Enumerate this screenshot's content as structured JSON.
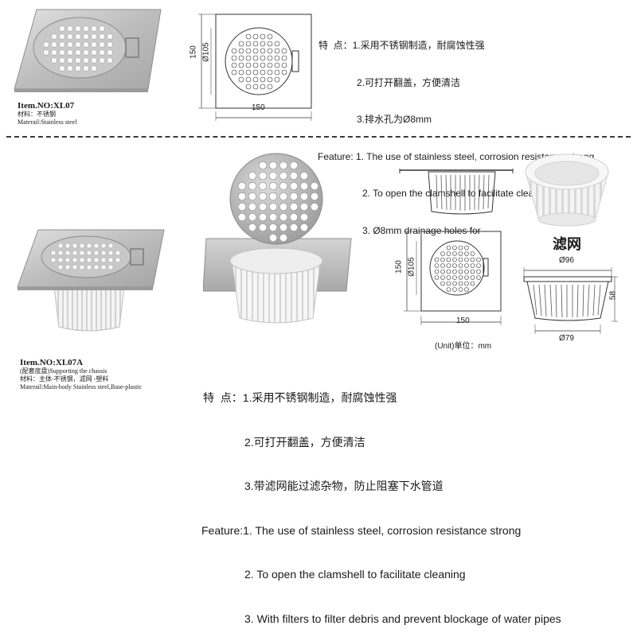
{
  "top": {
    "item_no": "Item.NO:XL07",
    "material_cn": "材料：不锈钢",
    "material_en": "Materail:Stainless steel",
    "drawing": {
      "width": "150",
      "height": "150",
      "diameter": "Ø105"
    },
    "features_cn": [
      "特  点：1.采用不锈钢制造，耐腐蚀性强",
      "2.可打开翻盖，方便清洁",
      "3.排水孔为Ø8mm"
    ],
    "features_en": [
      "Feature: 1. The use of stainless steel, corrosion resistance strong",
      "2. To open the clamshell to facilitate cleaning",
      "3. Ø8mm drainage holes for"
    ]
  },
  "bottom": {
    "item_no": "Item.NO:XL07A",
    "chassis": "(配套底盘)Supporting the chassis",
    "material_cn": "材料：主体-不锈钢，滤网 -塑料",
    "material_en": "Materail:Main-body Stainless steel,Base-plastic",
    "drawing": {
      "width": "150",
      "height": "150",
      "diameter": "Ø105",
      "unit": "(Unit)单位：mm"
    },
    "filter": {
      "title": "滤网",
      "top_diameter": "Ø96",
      "bottom_diameter": "Ø79",
      "height": "58"
    },
    "features_cn": [
      "特  点：1.采用不锈钢制造，耐腐蚀性强",
      "2.可打开翻盖，方便清洁",
      "3.带滤网能过滤杂物，防止阻塞下水管道"
    ],
    "features_en": [
      "Feature:1. The use of stainless steel, corrosion resistance strong",
      "2. To open the clamshell to facilitate cleaning",
      "3. With filters to filter debris and prevent blockage of water pipes"
    ]
  },
  "colors": {
    "steel": "#c8c8c8",
    "line": "#333333",
    "basket": "#f0f0f0"
  }
}
